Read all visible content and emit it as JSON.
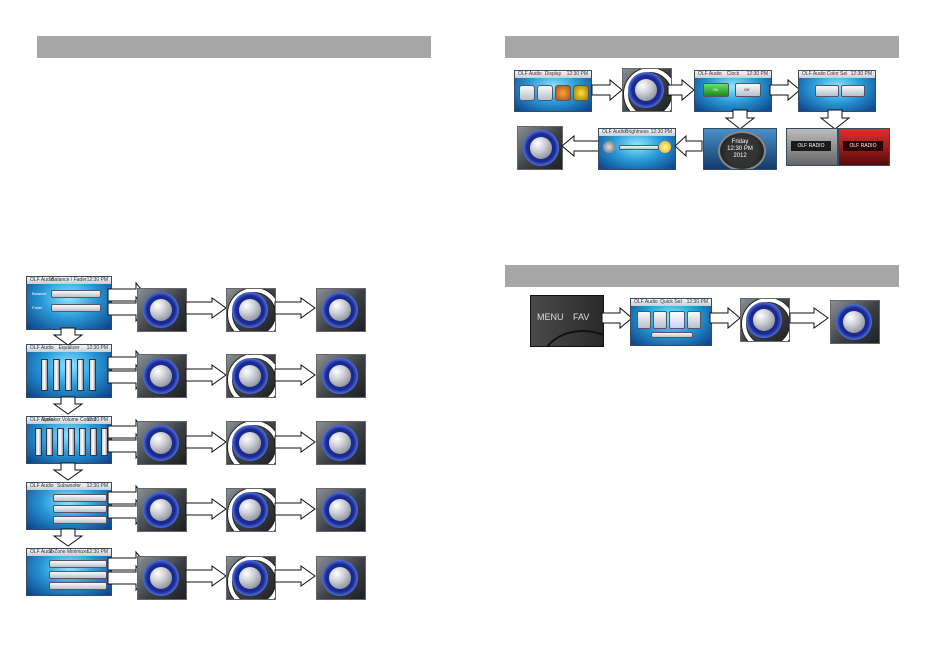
{
  "screens": {
    "balance": {
      "title": "Balance / Fader",
      "left": "OLF Audio",
      "time": "12:30 PM",
      "row1": "Balance",
      "row2": "Fader"
    },
    "equalizer": {
      "title": "Equalizer",
      "left": "OLF Audio",
      "time": "12:30 PM"
    },
    "svc": {
      "title": "Speaker Volume Control",
      "left": "OLF Audio",
      "time": "12:30 PM"
    },
    "subwoofer": {
      "title": "Subwoofer",
      "left": "OLF Audio",
      "time": "12:30 PM"
    },
    "zone": {
      "title": "Z-Zone Minimizer",
      "left": "OLF Audio",
      "time": "12:30 PM"
    },
    "display": {
      "title": "Display",
      "left": "OLF Audio",
      "time": "12:30 PM"
    },
    "clock": {
      "title": "Clock",
      "left": "OLF Audio",
      "time": "12:30 PM",
      "on": "On",
      "off": "Off"
    },
    "color": {
      "title": "Color Sel",
      "left": "OLF Audio",
      "time": "12:30 PM"
    },
    "brightness": {
      "title": "Brightness",
      "left": "OLF Audio",
      "time": "12:30 PM"
    },
    "watch": {
      "title": "Clock Set",
      "line1": "Friday",
      "line2": "12:30 PM",
      "line3": "2012"
    },
    "preview1": {
      "text": "OLF RADIO"
    },
    "preview2": {
      "text": "OLF RADIO"
    },
    "quick": {
      "title": "Quick Set",
      "left": "OLF Audio",
      "time": "12:30 PM"
    }
  },
  "remote": {
    "menu_label": "MENU",
    "fav_label": "FAV"
  }
}
